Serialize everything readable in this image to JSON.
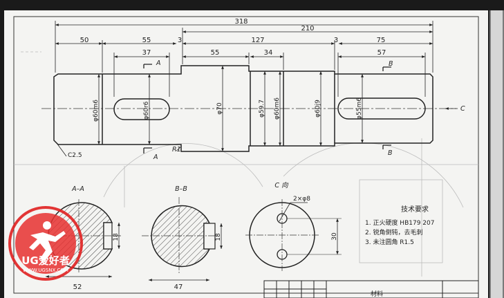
{
  "dimensions": {
    "d318": "318",
    "d210": "210",
    "d50": "50",
    "d55a": "55",
    "d3a": "3",
    "d127": "127",
    "d3b": "3",
    "d75": "75",
    "d37": "37",
    "d55b": "55",
    "d34": "34",
    "d57": "57",
    "dia60m6a": "φ60m6",
    "dia60r6": "φ60r6",
    "dia70": "φ70",
    "dia59_7": "φ59.7",
    "dia60m6b": "φ60m6",
    "dia60j9": "φ60j9",
    "dia55m6": "φ55m6",
    "chamfer": "C2.5",
    "radius": "R1",
    "aa18": "18",
    "bb18": "18",
    "c30": "30",
    "d52": "52",
    "d47": "47",
    "holes": "2×φ8"
  },
  "section_labels": {
    "a_top": "A",
    "a_bottom": "A",
    "b_top": "B",
    "b_bottom": "B",
    "c_arrow": "C",
    "aa": "A–A",
    "bb": "B–B",
    "cview": "C 向"
  },
  "tech_requirements": {
    "title": "技术要求",
    "item1": "1. 正火硬度 HB179  207",
    "item2": "2. 锐角倒钝，去毛刺",
    "item3": "3. 未注圆角 R1.5"
  },
  "watermark": {
    "brand": "UG爱好者",
    "url": "WWW.UGSNX.COM"
  },
  "title_block": {
    "partial": "材料"
  }
}
